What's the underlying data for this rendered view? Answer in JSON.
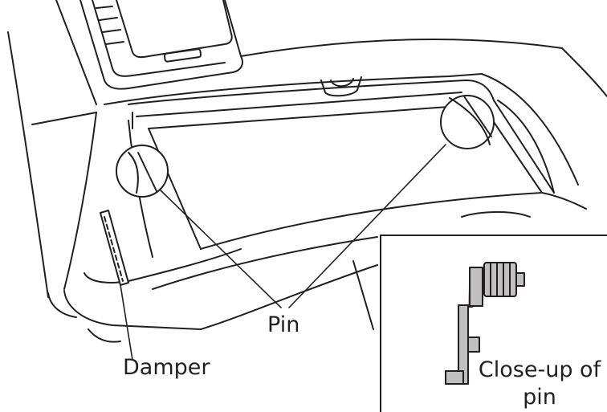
{
  "labels": {
    "pin": "Pin",
    "damper": "Damper",
    "closeup": "Close-up of pin"
  },
  "colors": {
    "line": "#231f20",
    "part_fill": "#bfbfbf",
    "background": "#ffffff"
  }
}
